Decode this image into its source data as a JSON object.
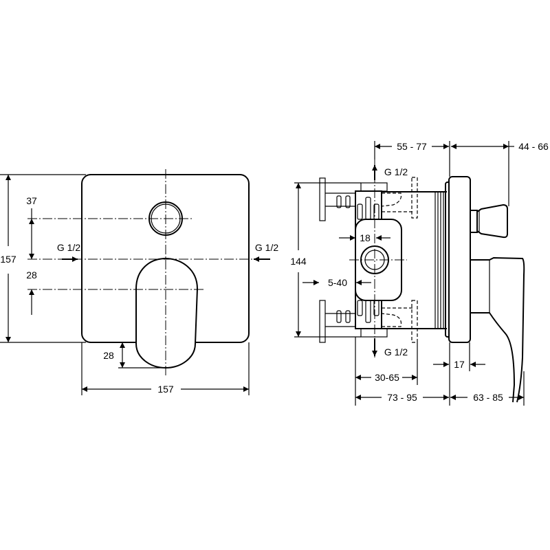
{
  "front_view": {
    "height_dim": "157",
    "width_dim": "157",
    "button_offset_dim": "37",
    "lever_offset_dim": "28",
    "lever_protrusion_dim": "28",
    "inlet_left": "G 1/2",
    "inlet_right": "G 1/2"
  },
  "side_view": {
    "depth_top_dim": "55 - 77",
    "button_projection_dim": "44 - 66",
    "height_dim": "144",
    "fitting_dim": "18",
    "offset_dim": "5-40",
    "outlet_top": "G 1/2",
    "outlet_bottom": "G 1/2",
    "body_dim": "30-65",
    "plate_dim": "17",
    "install_depth_dim": "73 - 95",
    "lever_projection_dim": "63 - 85"
  }
}
